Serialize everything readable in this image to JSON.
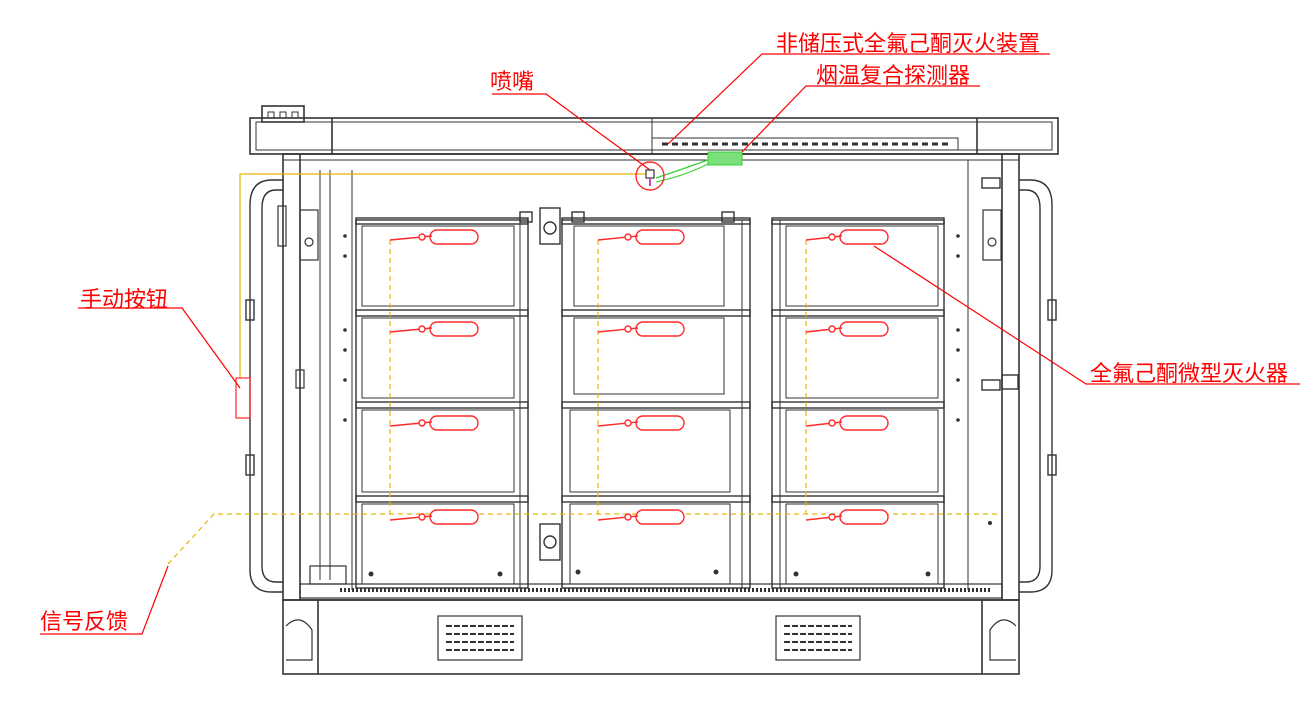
{
  "labels": {
    "nozzle": "喷嘴",
    "non_storage_device": "非储压式全氟己酮灭火装置",
    "smoke_temp_detector": "烟温复合探测器",
    "manual_button": "手动按钮",
    "micro_extinguisher": "全氟己酮微型灭火器",
    "signal_feedback": "信号反馈"
  },
  "colors": {
    "line": "#333333",
    "annotation": "#ff0000",
    "extinguisher": "#ff2a2a",
    "signal_line": "#e8b400",
    "detector": "#39d139",
    "background": "#ffffff"
  }
}
